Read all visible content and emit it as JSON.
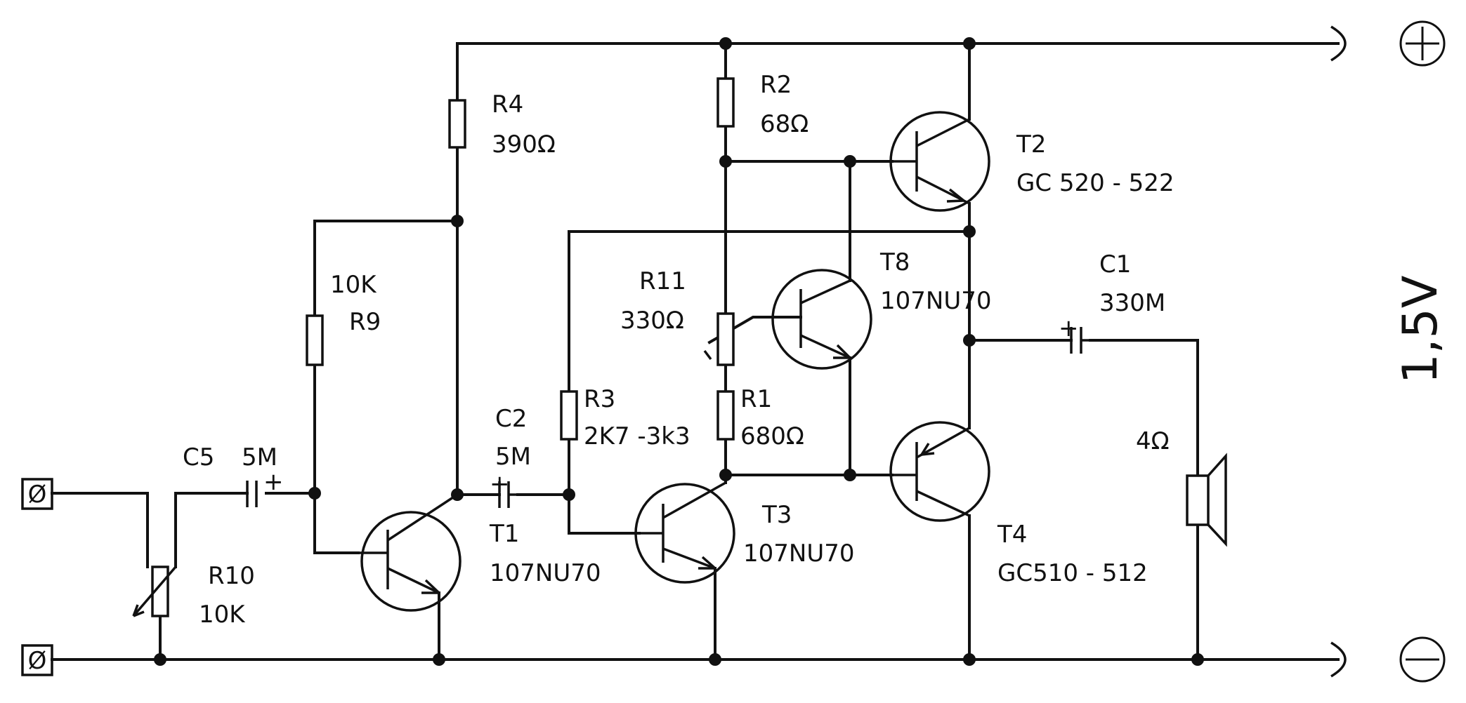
{
  "supply": {
    "voltage": "1,5V",
    "plus": "+",
    "minus": "−"
  },
  "terminal_symbol": "Ø",
  "resistors": {
    "R4": {
      "name": "R4",
      "value": "390Ω"
    },
    "R2": {
      "name": "R2",
      "value": "68Ω"
    },
    "R9": {
      "name": "R9",
      "value": "10K"
    },
    "R11": {
      "name": "R11",
      "value": "330Ω"
    },
    "R3": {
      "name": "R3",
      "value": "2K7 -3k3"
    },
    "R1": {
      "name": "R1",
      "value": "680Ω"
    },
    "R10": {
      "name": "R10",
      "value": "10K"
    }
  },
  "capacitors": {
    "C5": {
      "name": "C5",
      "value": "5M"
    },
    "C2": {
      "name": "C2",
      "value": "5M"
    },
    "C1": {
      "name": "C1",
      "value": "330M"
    }
  },
  "transistors": {
    "T1": {
      "name": "T1",
      "type": "107NU70"
    },
    "T2": {
      "name": "T2",
      "type": "GC 520 - 522"
    },
    "T3": {
      "name": "T3",
      "type": "107NU70"
    },
    "T4": {
      "name": "T4",
      "type": "GC510 - 512"
    },
    "T8": {
      "name": "T8",
      "type": "107NU70"
    }
  },
  "speaker": {
    "impedance": "4Ω"
  },
  "polarity_mark": "+"
}
